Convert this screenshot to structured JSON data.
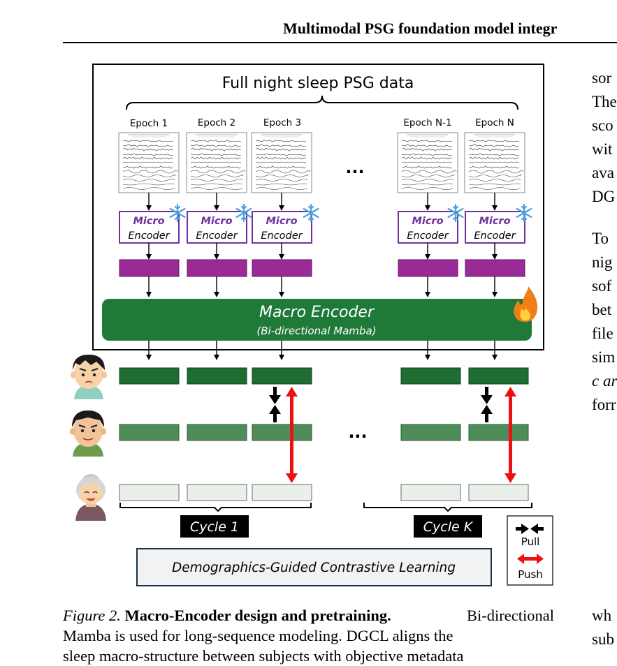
{
  "header": {
    "title": "Multimodal PSG foundation model integr"
  },
  "figure": {
    "box_title": "Full night sleep PSG data",
    "epochs": [
      "Epoch 1",
      "Epoch 2",
      "Epoch 3",
      "Epoch N-1",
      "Epoch N"
    ],
    "ellipsis": "...",
    "micro_top": "Micro",
    "micro_bottom": "Encoder",
    "macro_title": "Macro Encoder",
    "macro_sub": "(Bi-directional Mamba)",
    "cycle_1": "Cycle 1",
    "cycle_k": "Cycle K",
    "dgcl": "Demographics-Guided Contrastive Learning",
    "legend_pull": "Pull",
    "legend_push": "Push",
    "colors": {
      "purple": "#9b2a99",
      "purple_border": "#7030a0",
      "dark_green": "#1e6e34",
      "mid_green": "#4e8c5a",
      "light_green": "#e8f0e9",
      "macro_green": "#1f7a3a",
      "push_red": "#ee1111",
      "snow_blue": "#4aa3df",
      "flame_orange": "#f07f1a"
    },
    "icons": [
      "snowflake-icon",
      "flame-icon",
      "young-man-icon",
      "middle-aged-man-icon",
      "elderly-woman-icon",
      "pull-arrows-icon",
      "push-arrow-icon"
    ]
  },
  "caption": {
    "label": "Figure 2.",
    "bold": "Macro-Encoder design and pretraining.",
    "line1_rest": "Bi-directional",
    "line2": "Mamba is used for long-sequence modeling. DGCL aligns the",
    "line3": "sleep macro-structure between subjects with objective metadata"
  },
  "right_column": {
    "lines": [
      "sor",
      "The",
      "sco",
      "wit",
      "ava",
      "DG",
      "To",
      "nig",
      "sof",
      "bet",
      "file",
      "sim",
      "c ar",
      "forr",
      "wh",
      "sub"
    ]
  }
}
